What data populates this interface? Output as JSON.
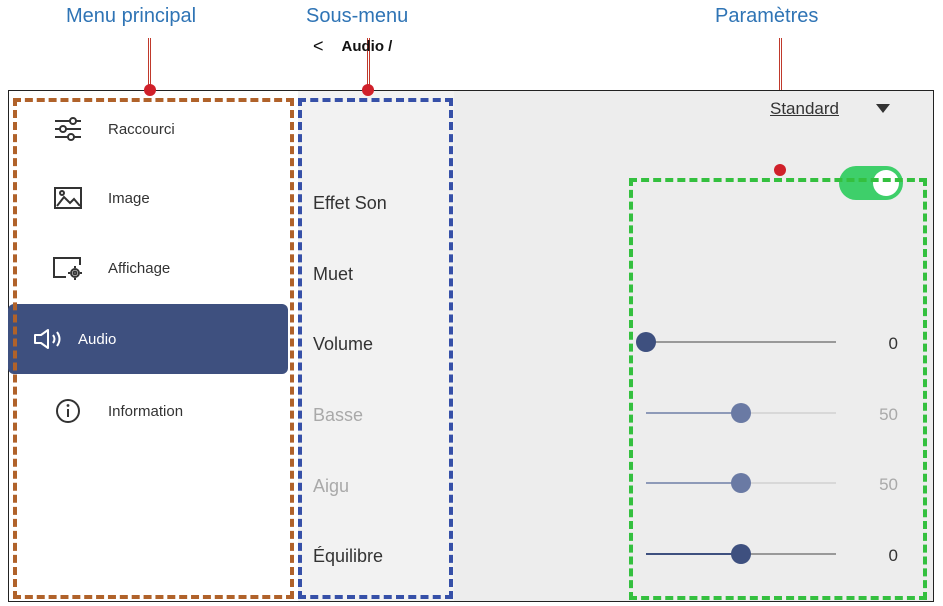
{
  "callouts": {
    "menu": "Menu principal",
    "submenu": "Sous-menu",
    "settings": "Paramètres"
  },
  "menu": [
    {
      "label": "Raccourci",
      "icon": "sliders-icon"
    },
    {
      "label": "Image",
      "icon": "image-icon"
    },
    {
      "label": "Affichage",
      "icon": "display-settings-icon"
    },
    {
      "label": "Audio",
      "icon": "speaker-icon",
      "active": true
    },
    {
      "label": "Information",
      "icon": "info-icon"
    }
  ],
  "submenu": {
    "back_label": "Audio /",
    "items": [
      "Effet Son",
      "Muet",
      "Volume",
      "Basse",
      "Aigu",
      "Équilibre"
    ]
  },
  "settings": {
    "effet_son": "Standard",
    "muet_on": true,
    "volume": {
      "value": "0",
      "percent": 0
    },
    "basse": {
      "value": "50",
      "percent": 50
    },
    "aigu": {
      "value": "50",
      "percent": 50
    },
    "equilibre": {
      "value": "0",
      "percent": 50
    }
  },
  "colors": {
    "menu_highlight": "#3e507f",
    "toggle_on": "#3ecf6a",
    "callout_text": "#2f74b5",
    "box_menu": "#b0622a",
    "box_submenu": "#3650a8",
    "box_settings": "#34c03f"
  }
}
